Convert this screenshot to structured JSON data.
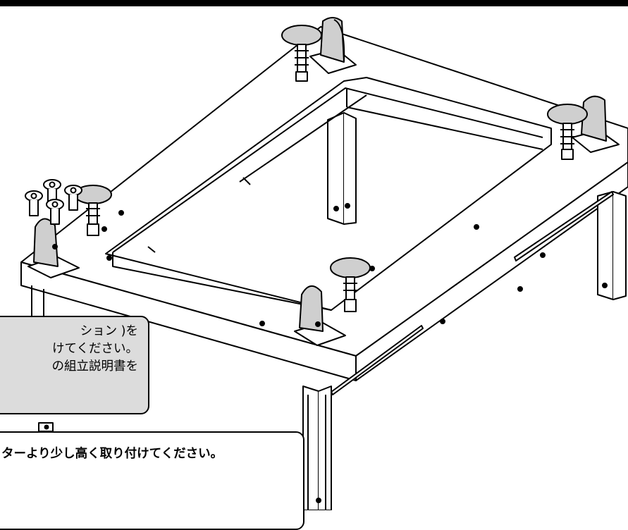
{
  "callout_1": {
    "lines": [
      "ション )を",
      "けてください。",
      "の組立説明書を"
    ]
  },
  "callout_2": {
    "text": "ターより少し高く取り付けてください。"
  },
  "colors": {
    "outline": "#000000",
    "caster": "#cfcfcf",
    "callout_fill": "#dcdcdc"
  }
}
